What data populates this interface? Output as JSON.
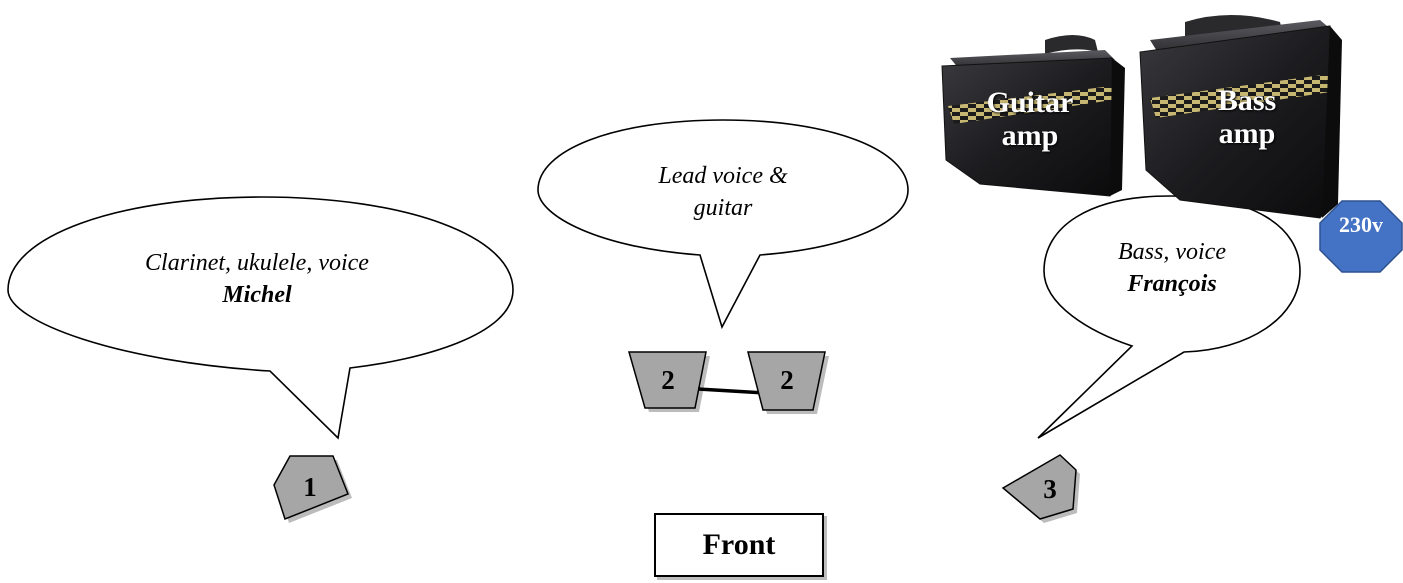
{
  "bubbles": {
    "michel": {
      "line1": "Clarinet, ukulele, voice",
      "line2": "Michel"
    },
    "lead": {
      "line1": "Lead voice &",
      "line2": "guitar"
    },
    "francois": {
      "line1": "Bass, voice",
      "line2": "François"
    }
  },
  "monitors": {
    "m1": "1",
    "m2a": "2",
    "m2b": "2",
    "m3": "3"
  },
  "amps": {
    "guitar": {
      "line1": "Guitar",
      "line2": "amp"
    },
    "bass": {
      "line1": "Bass",
      "line2": "amp"
    }
  },
  "power": {
    "label": "230v",
    "color": "#4472c4"
  },
  "front": {
    "label": "Front"
  },
  "colors": {
    "monitor_fill": "#a6a6a6",
    "amp_body": "#1f1f22",
    "amp_trim": "#c8b76a"
  }
}
